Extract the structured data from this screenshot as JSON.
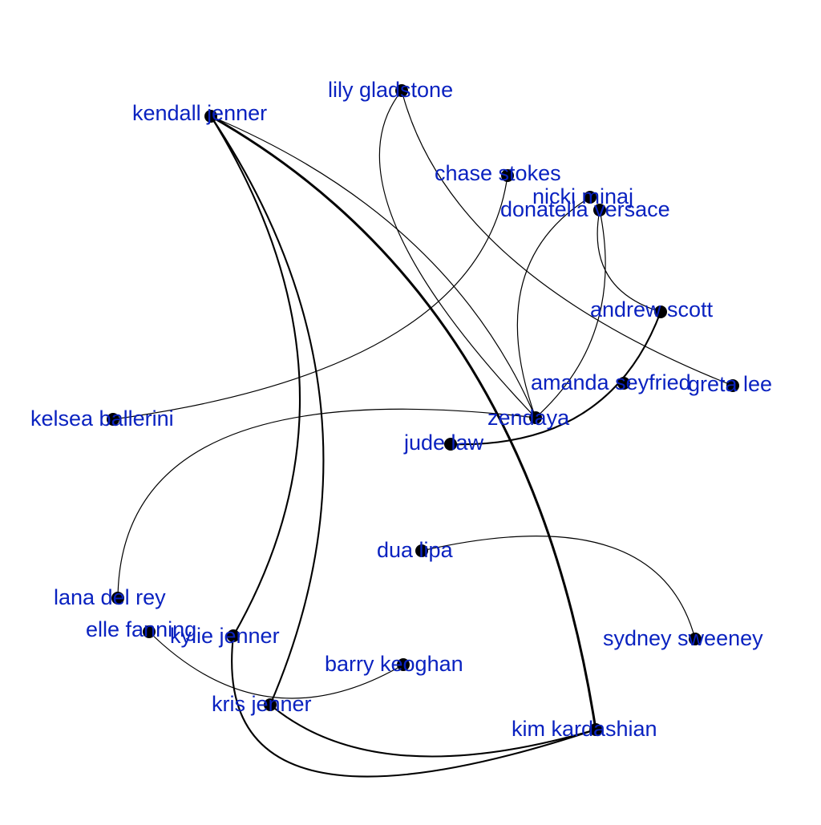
{
  "graph": {
    "nodes": [
      {
        "id": "kendall",
        "label": "kendall jenner"
      },
      {
        "id": "lily",
        "label": "lily gladstone"
      },
      {
        "id": "chase",
        "label": "chase stokes"
      },
      {
        "id": "nicki",
        "label": "nicki minaj"
      },
      {
        "id": "donatella",
        "label": "donatella versace"
      },
      {
        "id": "andrew",
        "label": "andrew scott"
      },
      {
        "id": "amanda",
        "label": "amanda seyfried"
      },
      {
        "id": "greta",
        "label": "greta lee"
      },
      {
        "id": "kelsea",
        "label": "kelsea ballerini"
      },
      {
        "id": "zendaya",
        "label": "zendaya"
      },
      {
        "id": "jude",
        "label": "jude law"
      },
      {
        "id": "dua",
        "label": "dua lipa"
      },
      {
        "id": "lana",
        "label": "lana del rey"
      },
      {
        "id": "elle",
        "label": "elle fanning"
      },
      {
        "id": "kylie",
        "label": "kylie jenner"
      },
      {
        "id": "sydney",
        "label": "sydney sweeney"
      },
      {
        "id": "barry",
        "label": "barry keoghan"
      },
      {
        "id": "kris",
        "label": "kris jenner"
      },
      {
        "id": "kim",
        "label": "kim kardashian"
      }
    ],
    "edges": [
      {
        "source": "kendall",
        "target": "kylie",
        "weight": 2
      },
      {
        "source": "kendall",
        "target": "kris",
        "weight": 2
      },
      {
        "source": "kendall",
        "target": "zendaya",
        "weight": 1
      },
      {
        "source": "kendall",
        "target": "kim",
        "weight": 3
      },
      {
        "source": "lily",
        "target": "zendaya",
        "weight": 1
      },
      {
        "source": "lily",
        "target": "greta",
        "weight": 1
      },
      {
        "source": "chase",
        "target": "kelsea",
        "weight": 1
      },
      {
        "source": "nicki",
        "target": "zendaya",
        "weight": 1
      },
      {
        "source": "donatella",
        "target": "zendaya",
        "weight": 1
      },
      {
        "source": "donatella",
        "target": "andrew",
        "weight": 1
      },
      {
        "source": "andrew",
        "target": "jude",
        "weight": 2
      },
      {
        "source": "zendaya",
        "target": "lana",
        "weight": 1
      },
      {
        "source": "dua",
        "target": "sydney",
        "weight": 1
      },
      {
        "source": "elle",
        "target": "barry",
        "weight": 1
      },
      {
        "source": "kylie",
        "target": "kim",
        "weight": 2
      },
      {
        "source": "kris",
        "target": "kim",
        "weight": 2
      }
    ]
  },
  "colors": {
    "background": "#ffffff",
    "label": "#0a22c0",
    "node": "#000000",
    "edge": "#000000"
  }
}
